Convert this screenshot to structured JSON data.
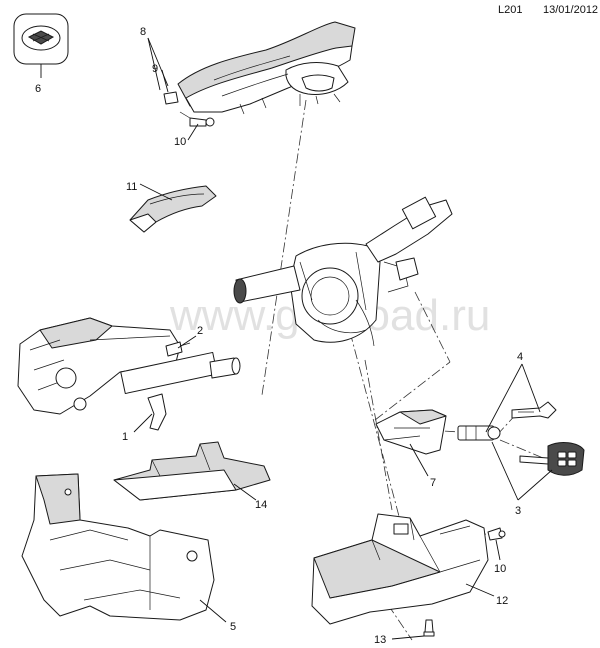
{
  "header": {
    "diagram_code": "L201",
    "date": "13/01/2012"
  },
  "watermark": "www.gm-road.ru",
  "callouts": {
    "c1": "1",
    "c2": "2",
    "c3": "3",
    "c4": "4",
    "c5": "5",
    "c6": "6",
    "c7": "7",
    "c8": "8",
    "c9": "9",
    "c10a": "10",
    "c10b": "10",
    "c11": "11",
    "c12": "12",
    "c13": "13",
    "c14": "14"
  }
}
